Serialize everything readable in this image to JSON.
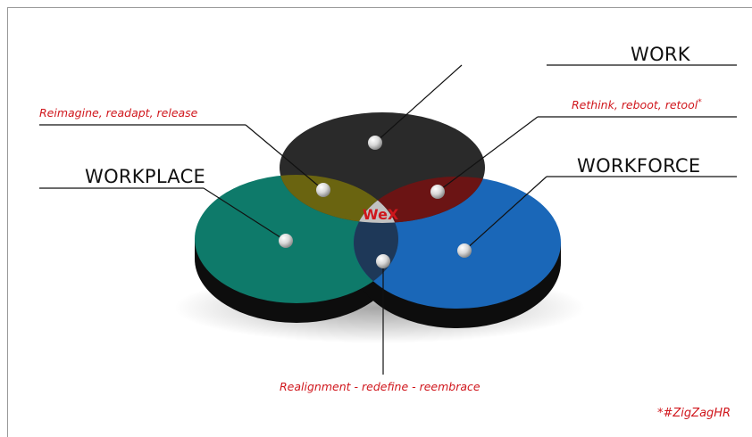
{
  "labels": {
    "work": "WORK",
    "workplace": "WORKPLACE",
    "workforce": "WORKFORCE",
    "center": "WeX",
    "reimagine": "Reimagine, readapt, release",
    "rethink": "Rethink, reboot, retool",
    "rethink_mark": "*",
    "realignment": "Realignment - redefine - reembrace",
    "hashtag": "*#ZigZagHR"
  },
  "colors": {
    "work_circle": "#2a2a2a",
    "workplace_circle": "#0e7a6a",
    "workforce_circle": "#1a67b8",
    "overlap_work_workplace": "#6a6410",
    "overlap_work_workforce": "#6b1414",
    "overlap_workplace_workforce": "#1e3858",
    "center_overlap": "#c2c2c2",
    "label_red": "#d0161c"
  }
}
